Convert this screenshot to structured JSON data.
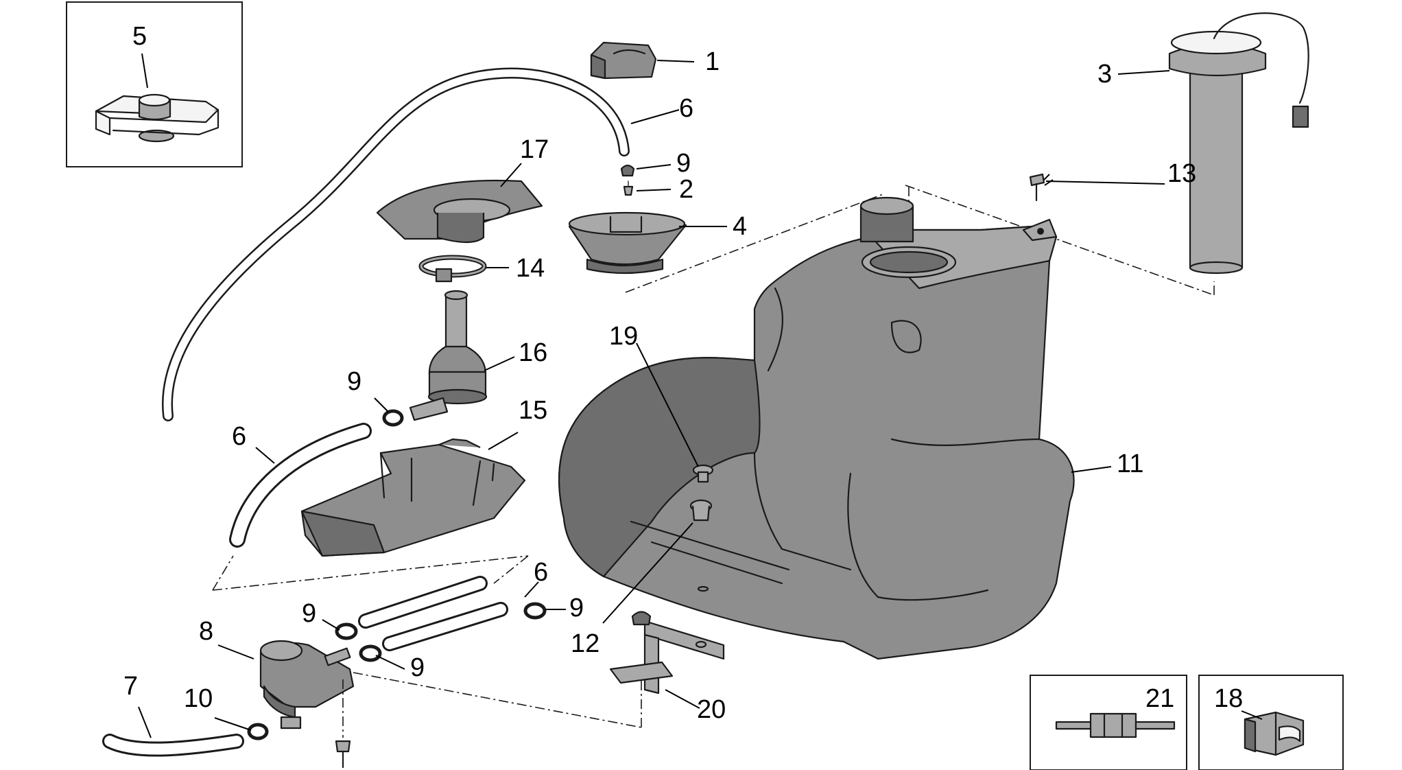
{
  "callouts": {
    "c1": "1",
    "c2": "2",
    "c3": "3",
    "c4": "4",
    "c5": "5",
    "c6a": "6",
    "c6b": "6",
    "c6c": "6",
    "c7": "7",
    "c8": "8",
    "c9a": "9",
    "c9b": "9",
    "c9c": "9",
    "c9d": "9",
    "c9e": "9",
    "c10": "10",
    "c11": "11",
    "c12": "12",
    "c13": "13",
    "c14": "14",
    "c15": "15",
    "c16": "16",
    "c17": "17",
    "c18": "18",
    "c19": "19",
    "c20": "20",
    "c21": "21"
  },
  "colors": {
    "part_fill": "#8e8e8e",
    "part_dark": "#6e6e6e",
    "line": "#1a1a1a",
    "background": "#ffffff"
  }
}
